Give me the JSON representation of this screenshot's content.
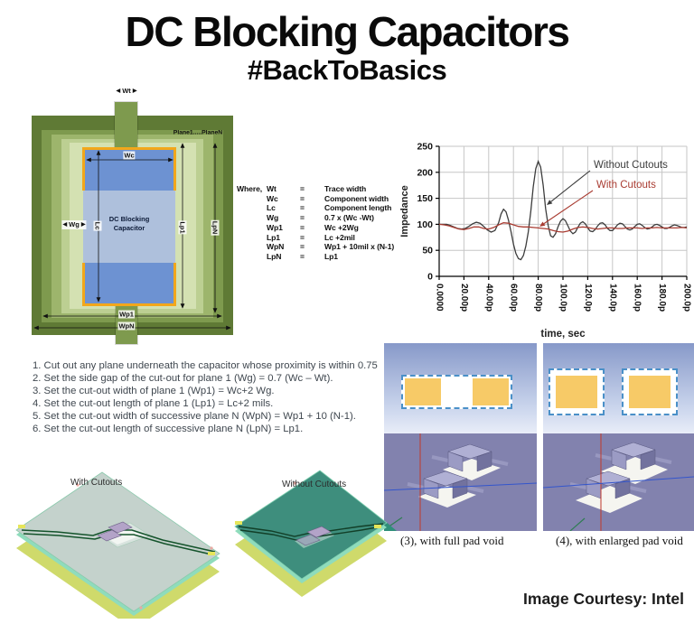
{
  "page": {
    "title": "DC Blocking Capacitors",
    "subtitle": "#BackToBasics",
    "credit": "Image Courtesy: Intel"
  },
  "icons": {
    "arrow_left": "◀",
    "arrow_right": "▶"
  },
  "diagram": {
    "labels": {
      "wt": "Wt",
      "planes": "Plane1.....PlaneN",
      "wc": "Wc",
      "wg": "Wg",
      "lc": "Lc",
      "lp1": "Lp1",
      "lpn": "LpN",
      "wp1": "Wp1",
      "wpn": "WpN",
      "component_line1": "DC Blocking",
      "component_line2": "Capacitor"
    },
    "colors": {
      "outer_frame": "#5f7a35",
      "band1": "#7e9a4e",
      "band2": "#9db56c",
      "band3": "#bccf92",
      "band4": "#d4e1b2",
      "pad_blue": "#6d92d2",
      "body_blue": "#aec0dc",
      "pad_border_orange": "#f2a71b"
    }
  },
  "legend": {
    "prefix": "Where,",
    "eq": "=",
    "rows": [
      {
        "v": "Wt",
        "d": "Trace width"
      },
      {
        "v": "Wc",
        "d": "Component width"
      },
      {
        "v": "Lc",
        "d": "Component length"
      },
      {
        "v": "Wg",
        "d": "0.7 x (Wc -Wt)"
      },
      {
        "v": "Wp1",
        "d": "Wc +2Wg"
      },
      {
        "v": "Lp1",
        "d": "Lc +2mil"
      },
      {
        "v": "WpN",
        "d": "Wp1 + 10mil x (N-1)"
      },
      {
        "v": "LpN",
        "d": "Lp1"
      }
    ]
  },
  "steps": [
    "1. Cut out any plane underneath the capacitor whose proximity is within 0.75",
    "2. Set the side gap of the cut-out for plane 1 (Wg) = 0.7 (Wc – Wt).",
    "3. Set the cut-out width of plane 1 (Wp1) = Wc+2 Wg.",
    "4. Set the cut-out length of plane 1 (Lp1) = Lc+2 mils.",
    "5. Set the cut-out width of successive plane N (WpN) = Wp1 + 10 (N-1).",
    "6. Set the cut-out length of successive plane N (LpN) = Lp1."
  ],
  "chart_data": {
    "type": "line",
    "title": "",
    "xlabel": "time, sec",
    "ylabel": "Impedance",
    "ylim": [
      0,
      250
    ],
    "xlim_ps": [
      0,
      200
    ],
    "grid": true,
    "y_ticks": [
      0,
      50,
      100,
      150,
      200,
      250
    ],
    "x_ticks": {
      "values": [
        0,
        20,
        40,
        60,
        80,
        100,
        120,
        140,
        160,
        180,
        200
      ],
      "labels": [
        "0.0000",
        "20.00p",
        "40.00p",
        "60.00p",
        "80.00p",
        "100.0p",
        "120.0p",
        "140.0p",
        "160.0p",
        "180.0p",
        "200.0p"
      ]
    },
    "series": [
      {
        "name": "Without Cutouts",
        "color": "#3d3d3d",
        "points": [
          [
            0,
            100
          ],
          [
            3,
            100
          ],
          [
            6,
            100
          ],
          [
            9,
            98
          ],
          [
            12,
            95
          ],
          [
            15,
            92
          ],
          [
            18,
            91
          ],
          [
            21,
            92
          ],
          [
            24,
            96
          ],
          [
            27,
            101
          ],
          [
            30,
            104
          ],
          [
            33,
            102
          ],
          [
            36,
            96
          ],
          [
            39,
            89
          ],
          [
            42,
            85
          ],
          [
            45,
            88
          ],
          [
            48,
            103
          ],
          [
            50,
            120
          ],
          [
            52,
            129
          ],
          [
            54,
            124
          ],
          [
            56,
            108
          ],
          [
            58,
            86
          ],
          [
            60,
            62
          ],
          [
            62,
            44
          ],
          [
            64,
            34
          ],
          [
            66,
            32
          ],
          [
            68,
            40
          ],
          [
            70,
            58
          ],
          [
            72,
            85
          ],
          [
            74,
            125
          ],
          [
            76,
            172
          ],
          [
            78,
            207
          ],
          [
            80,
            221
          ],
          [
            82,
            210
          ],
          [
            84,
            175
          ],
          [
            86,
            130
          ],
          [
            88,
            98
          ],
          [
            90,
            78
          ],
          [
            92,
            75
          ],
          [
            94,
            82
          ],
          [
            96,
            95
          ],
          [
            98,
            106
          ],
          [
            100,
            111
          ],
          [
            102,
            107
          ],
          [
            104,
            97
          ],
          [
            106,
            87
          ],
          [
            108,
            82
          ],
          [
            110,
            85
          ],
          [
            112,
            94
          ],
          [
            114,
            102
          ],
          [
            116,
            105
          ],
          [
            118,
            101
          ],
          [
            120,
            93
          ],
          [
            122,
            87
          ],
          [
            124,
            86
          ],
          [
            126,
            90
          ],
          [
            128,
            97
          ],
          [
            130,
            102
          ],
          [
            132,
            103
          ],
          [
            134,
            99
          ],
          [
            136,
            92
          ],
          [
            138,
            88
          ],
          [
            140,
            88
          ],
          [
            142,
            93
          ],
          [
            144,
            99
          ],
          [
            146,
            102
          ],
          [
            148,
            101
          ],
          [
            150,
            96
          ],
          [
            152,
            91
          ],
          [
            154,
            89
          ],
          [
            156,
            91
          ],
          [
            158,
            96
          ],
          [
            160,
            100
          ],
          [
            162,
            101
          ],
          [
            164,
            98
          ],
          [
            166,
            94
          ],
          [
            168,
            91
          ],
          [
            170,
            92
          ],
          [
            172,
            95
          ],
          [
            174,
            99
          ],
          [
            176,
            100
          ],
          [
            178,
            98
          ],
          [
            180,
            95
          ],
          [
            182,
            92
          ],
          [
            184,
            92
          ],
          [
            186,
            94
          ],
          [
            188,
            97
          ],
          [
            190,
            99
          ],
          [
            192,
            98
          ],
          [
            194,
            96
          ],
          [
            196,
            94
          ],
          [
            198,
            94
          ],
          [
            200,
            95
          ]
        ]
      },
      {
        "name": "With Cutouts",
        "color": "#a93c32",
        "points": [
          [
            0,
            100
          ],
          [
            4,
            99
          ],
          [
            8,
            97
          ],
          [
            12,
            94
          ],
          [
            16,
            91
          ],
          [
            20,
            90
          ],
          [
            24,
            92
          ],
          [
            28,
            95
          ],
          [
            32,
            95
          ],
          [
            36,
            92
          ],
          [
            40,
            91
          ],
          [
            44,
            94
          ],
          [
            48,
            99
          ],
          [
            52,
            103
          ],
          [
            56,
            102
          ],
          [
            60,
            99
          ],
          [
            64,
            96
          ],
          [
            68,
            95
          ],
          [
            72,
            95
          ],
          [
            76,
            94
          ],
          [
            80,
            93
          ],
          [
            84,
            92
          ],
          [
            88,
            91
          ],
          [
            92,
            88
          ],
          [
            96,
            86
          ],
          [
            100,
            85
          ],
          [
            104,
            87
          ],
          [
            108,
            91
          ],
          [
            112,
            94
          ],
          [
            116,
            95
          ],
          [
            120,
            94
          ],
          [
            124,
            92
          ],
          [
            128,
            91
          ],
          [
            132,
            92
          ],
          [
            136,
            93
          ],
          [
            140,
            93
          ],
          [
            144,
            92
          ],
          [
            148,
            92
          ],
          [
            152,
            93
          ],
          [
            156,
            93
          ],
          [
            160,
            93
          ],
          [
            164,
            92
          ],
          [
            168,
            93
          ],
          [
            172,
            93
          ],
          [
            176,
            94
          ],
          [
            180,
            93
          ],
          [
            184,
            93
          ],
          [
            188,
            93
          ],
          [
            192,
            93
          ],
          [
            196,
            94
          ],
          [
            200,
            93
          ]
        ]
      }
    ],
    "annotations": [
      {
        "text": "Without Cutouts",
        "color": "#3d3d3d",
        "tx": 217,
        "ty": 37,
        "ax1": 213,
        "ay1": 40,
        "ax2": 165,
        "ay2": 78
      },
      {
        "text": "With Cutouts",
        "color": "#a93c32",
        "tx": 220,
        "ty": 59,
        "ax1": 216,
        "ay1": 62,
        "ax2": 157,
        "ay2": 102
      }
    ],
    "legend_position": "annotated-arrows"
  },
  "panels": {
    "p3_caption": "(3), with full pad void",
    "p4_caption": "(4), with enlarged pad void"
  },
  "boards": {
    "left_label": "With Cutouts",
    "right_label": "Without Cutouts"
  }
}
